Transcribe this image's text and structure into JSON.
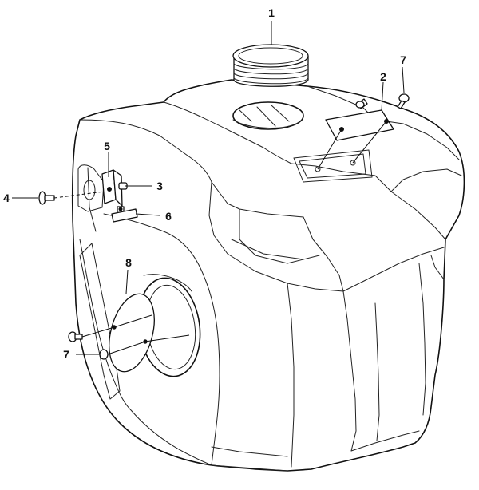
{
  "diagram": {
    "callouts": [
      "1",
      "2",
      "3",
      "4",
      "5",
      "6",
      "7",
      "7",
      "8"
    ]
  }
}
